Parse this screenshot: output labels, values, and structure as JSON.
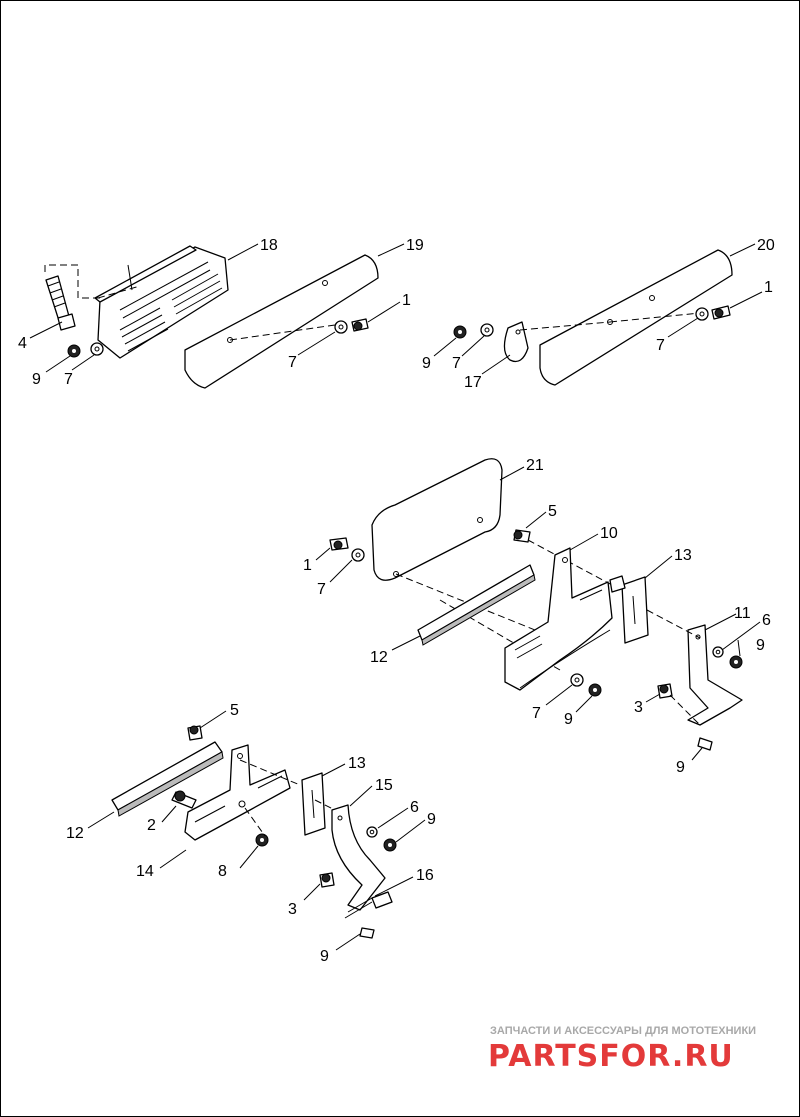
{
  "labels": {
    "l18": "18",
    "l19": "19",
    "l20": "20",
    "l4": "4",
    "l9a": "9",
    "l7a": "7",
    "l7b": "7",
    "l1a": "1",
    "l9b": "9",
    "l7c": "7",
    "l17": "17",
    "l7d": "7",
    "l1b": "1",
    "l21": "21",
    "l5a": "5",
    "l10": "10",
    "l13a": "13",
    "l1c": "1",
    "l7e": "7",
    "l12a": "12",
    "l11": "11",
    "l6a": "6",
    "l9c": "9",
    "l3a": "3",
    "l7f": "7",
    "l9d": "9",
    "l9e": "9",
    "l5b": "5",
    "l13b": "13",
    "l15": "15",
    "l12b": "12",
    "l2": "2",
    "l6b": "6",
    "l9f": "9",
    "l14": "14",
    "l8": "8",
    "l16": "16",
    "l3b": "3",
    "l9g": "9"
  },
  "watermark": {
    "tagline": "ЗАПЧАСТИ И АКСЕССУАРЫ ДЛЯ МОТОТЕХНИКИ",
    "logo": "PARTSFOR.RU"
  }
}
